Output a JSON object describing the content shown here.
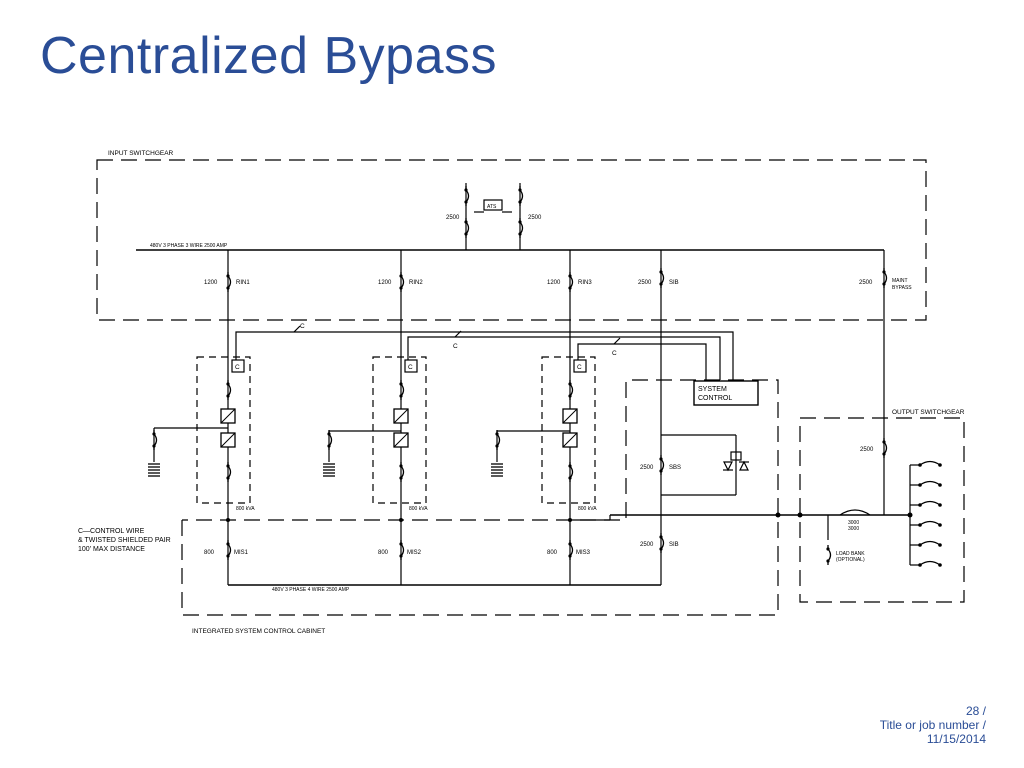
{
  "slide": {
    "title": "Centralized Bypass"
  },
  "diagram": {
    "input_switchgear": "INPUT SWITCHGEAR",
    "ats": "ATS",
    "ats_left_rating": "2500",
    "ats_right_rating": "2500",
    "input_bus": "480V 3 PHASE 3 WIRE 2500 AMP",
    "breakers": {
      "rin1_rating": "1200",
      "rin1_label": "RIN1",
      "rin2_rating": "1200",
      "rin2_label": "RIN2",
      "rin3_rating": "1200",
      "rin3_label": "RIN3",
      "sib_rating": "2500",
      "sib_label": "SIB",
      "maint_rating": "2500",
      "maint_label": "MAINT",
      "maint_label2": "BYPASS",
      "ups1_rating": "800 kVA",
      "ups2_rating": "800 kVA",
      "ups3_rating": "800 kVA",
      "mis1_rating": "800",
      "mis1_label": "MIS1",
      "mis2_rating": "800",
      "mis2_label": "MIS2",
      "mis3_rating": "800",
      "mis3_label": "MIS3",
      "sbs_rating": "2500",
      "sbs_label": "SBS",
      "sib2_rating": "2500",
      "sib2_label": "SIB",
      "out_rating": "2500",
      "lb_rating": "3000",
      "lb_rating2": "3000",
      "loadbank": "LOAD BANK",
      "loadbank2": "(OPTIONAL)"
    },
    "control_marker": "C",
    "system_control_line1": "SYSTEM",
    "system_control_line2": "CONTROL",
    "output_switchgear": "OUTPUT SWITCHGEAR",
    "legend_line1": "C—CONTROL WIRE",
    "legend_line2": "& TWISTED SHIELDED PAIR",
    "legend_line3": "100' MAX DISTANCE",
    "output_bus": "480V 3 PHASE 4 WIRE 2500 AMP",
    "cabinet_label": "INTEGRATED SYSTEM CONTROL CABINET"
  },
  "footer": {
    "page": "28 /",
    "job": "Title or job number /",
    "date": "11/15/2014"
  },
  "colors": {
    "title": "#2a4d96",
    "footer": "#2a4d96",
    "lines": "#000000"
  }
}
